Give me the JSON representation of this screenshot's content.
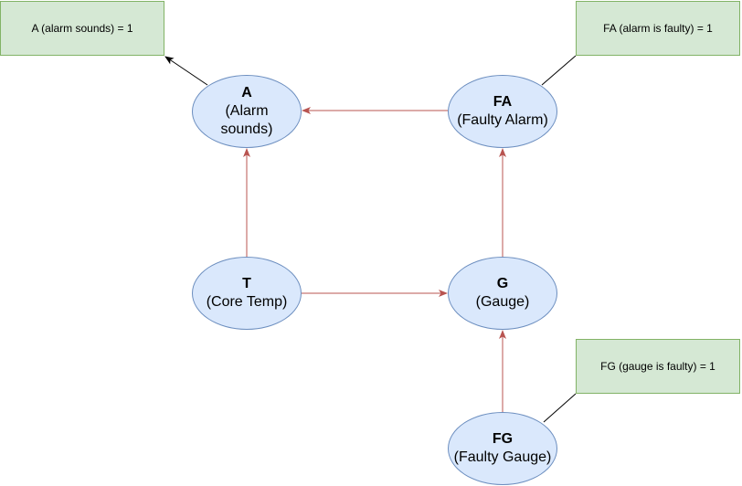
{
  "nodes": {
    "a": {
      "abbr": "A",
      "line1": "(Alarm",
      "line2": "sounds)"
    },
    "fa": {
      "abbr": "FA",
      "line1": "(Faulty Alarm)"
    },
    "t": {
      "abbr": "T",
      "line1": "(Core Temp)"
    },
    "g": {
      "abbr": "G",
      "line1": "(Gauge)"
    },
    "fg": {
      "abbr": "FG",
      "line1": "(Faulty Gauge)"
    }
  },
  "notes": {
    "a": "A (alarm sounds) = 1",
    "fa": "FA (alarm is faulty) = 1",
    "fg": "FG (gauge is faulty) = 1"
  },
  "colors": {
    "node_fill": "#dae8fc",
    "node_stroke": "#6c8ebf",
    "note_fill": "#d5e8d4",
    "note_stroke": "#82b366",
    "edge": "#b85450",
    "evidence_edge": "#000000"
  }
}
